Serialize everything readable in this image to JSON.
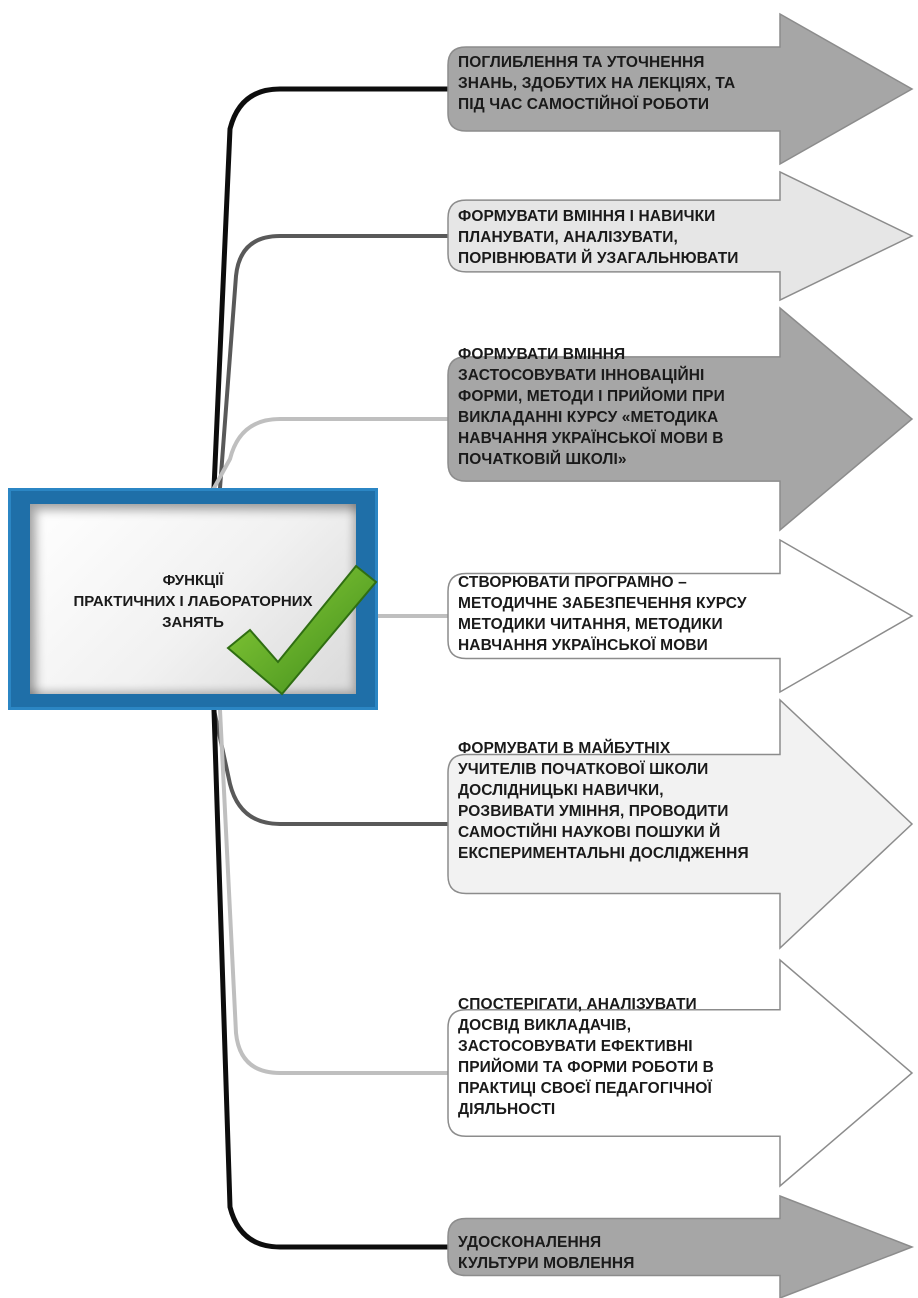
{
  "center": {
    "title": "ФУНКЦІЇ\nПРАКТИЧНИХ І ЛАБОРАТОРНИХ\nЗАНЯТЬ"
  },
  "items": [
    {
      "label": "ПОГЛИБЛЕННЯ ТА УТОЧНЕННЯ\nЗНАНЬ, ЗДОБУТИХ НА ЛЕКЦІЯХ, ТА\nПІД ЧАС САМОСТІЙНОЇ РОБОТИ",
      "fill": "#a6a6a6",
      "connector": "#0d0d0d"
    },
    {
      "label": "ФОРМУВАТИ ВМІННЯ І НАВИЧКИ\nПЛАНУВАТИ, АНАЛІЗУВАТИ,\nПОРІВНЮВАТИ Й УЗАГАЛЬНЮВАТИ",
      "fill": "#e6e6e6",
      "connector": "#595959"
    },
    {
      "label": "ФОРМУВАТИ ВМІННЯ\nЗАСТОСОВУВАТИ ІННОВАЦІЙНІ\nФОРМИ, МЕТОДИ І ПРИЙОМИ ПРИ\nВИКЛАДАННІ КУРСУ «МЕТОДИКА\nНАВЧАННЯ УКРАЇНСЬКОЇ МОВИ В\nПОЧАТКОВІЙ ШКОЛІ»",
      "fill": "#a6a6a6",
      "connector": "#bfbfbf"
    },
    {
      "label": "СТВОРЮВАТИ ПРОГРАМНО –\nМЕТОДИЧНЕ ЗАБЕЗПЕЧЕННЯ КУРСУ\nМЕТОДИКИ ЧИТАННЯ, МЕТОДИКИ\nНАВЧАННЯ УКРАЇНСЬКОЇ МОВИ",
      "fill": "#ffffff",
      "connector": "#bfbfbf"
    },
    {
      "label": "ФОРМУВАТИ В МАЙБУТНІХ\nУЧИТЕЛІВ ПОЧАТКОВОЇ ШКОЛИ\nДОСЛІДНИЦЬКІ НАВИЧКИ,\nРОЗВИВАТИ УМІННЯ, ПРОВОДИТИ\nСАМОСТІЙНІ НАУКОВІ ПОШУКИ Й\nЕКСПЕРИМЕНТАЛЬНІ ДОСЛІДЖЕННЯ",
      "fill": "#f2f2f2",
      "connector": "#595959"
    },
    {
      "label": "СПОСТЕРІГАТИ, АНАЛІЗУВАТИ\nДОСВІД ВИКЛАДАЧІВ,\nЗАСТОСОВУВАТИ ЕФЕКТИВНІ\nПРИЙОМИ ТА ФОРМИ РОБОТИ В\nПРАКТИЦІ СВОЄЇ ПЕДАГОГІЧНОЇ\nДІЯЛЬНОСТІ",
      "fill": "#ffffff",
      "connector": "#bfbfbf"
    },
    {
      "label": "УДОСКОНАЛЕННЯ\nКУЛЬТУРИ МОВЛЕННЯ",
      "fill": "#a6a6a6",
      "connector": "#0d0d0d"
    }
  ],
  "colors": {
    "frame": "#1f6fa8",
    "check_light": "#8ed13a",
    "check_dark": "#3d8a1a"
  }
}
